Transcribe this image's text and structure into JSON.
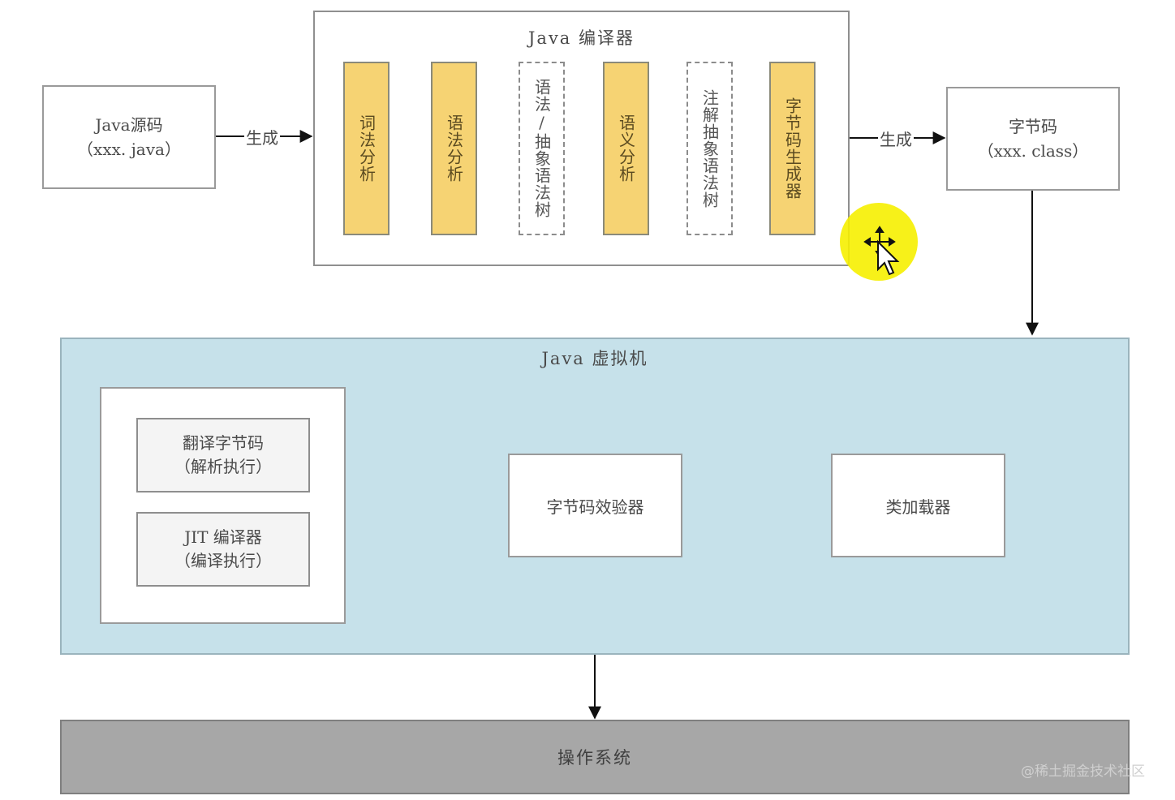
{
  "source": {
    "line1": "Java源码",
    "line2": "（xxx. java）"
  },
  "compiler": {
    "title": "Java 编译器",
    "stages": [
      "词法分析",
      "语法分析",
      "语法/抽象语法树",
      "语义分析",
      "注解抽象语法树",
      "字节码生成器"
    ]
  },
  "edge_labels": {
    "generate_left": "生成",
    "generate_right": "生成"
  },
  "bytecode": {
    "line1": "字节码",
    "line2": "（xxx. class）"
  },
  "jvm": {
    "title": "Java 虚拟机",
    "interpret": {
      "line1": "翻译字节码",
      "line2": "（解析执行）"
    },
    "jit": {
      "line1": "JIT 编译器",
      "line2": "（编译执行）"
    },
    "verifier": "字节码效验器",
    "loader": "类加载器"
  },
  "os": "操作系统",
  "watermark": "@稀土掘金技术社区"
}
